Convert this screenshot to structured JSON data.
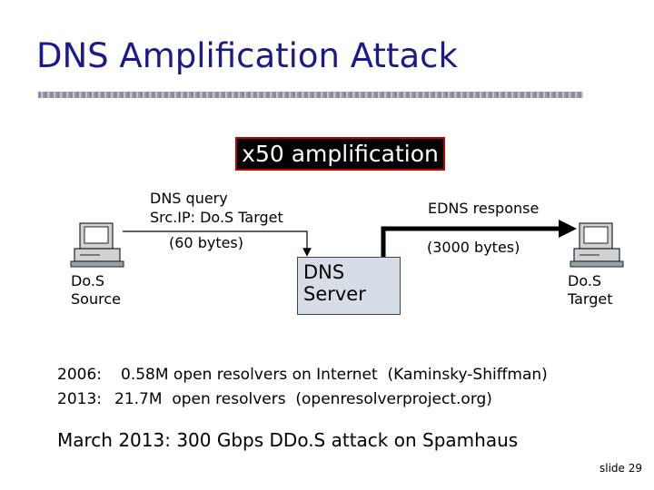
{
  "title": "DNS Amplification Attack",
  "amplification_label": "x50 amplification",
  "query": {
    "line1": "DNS query",
    "line2": "Src.IP:  Do.S Target",
    "size": "(60 bytes)"
  },
  "response": {
    "label": "EDNS response",
    "size": "(3000 bytes)"
  },
  "server": {
    "line1": "DNS",
    "line2": "Server"
  },
  "source": {
    "line1": "Do.S",
    "line2": "Source",
    "icon": "computer-icon"
  },
  "target": {
    "line1": "Do.S",
    "line2": "Target",
    "icon": "computer-icon"
  },
  "facts": [
    {
      "year": "2006:",
      "text": "0.58M open resolvers on Internet  (Kaminsky-Shiffman)"
    },
    {
      "year": "2013:",
      "text": "21.7M  open resolvers  (openresolverproject.org)"
    }
  ],
  "headline": "March 2013: 300 Gbps DDo.S attack on Spamhaus",
  "slide_number": "slide 29",
  "colors": {
    "title": "#1a1a8c",
    "amp_border": "#c00000",
    "server_fill": "#d6dde7"
  }
}
